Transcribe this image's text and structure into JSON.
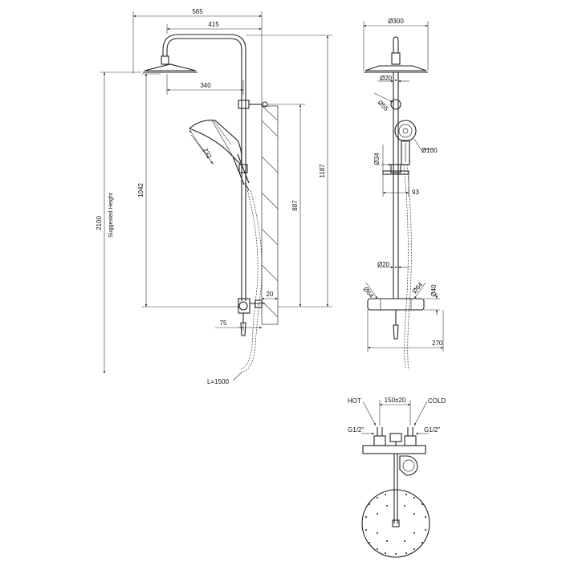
{
  "side_view": {
    "dim_565": "565",
    "dim_415": "415",
    "dim_340": "340",
    "dim_232": "232",
    "dim_1042": "1042",
    "dim_887": "887",
    "dim_1187": "1187",
    "dim_2100": "2100",
    "suggested_height": "Suggested Height",
    "dim_20": "20",
    "dim_75": "75",
    "hose_length": "L=1500"
  },
  "front_view": {
    "dia_300": "Ø300",
    "dia_20_top": "Ø20",
    "dia_55": "Ø55",
    "dia_34": "Ø34",
    "dia_100": "Ø100",
    "dim_93": "93",
    "dia_20_mid": "Ø20",
    "dia_64_left": "Ø64",
    "dia_64_right": "Ø64",
    "dia_40": "Ø40",
    "dim_270": "270"
  },
  "top_view": {
    "hot_label": "HOT",
    "cold_label": "COLD",
    "center_distance": "150±20",
    "thread_left": "G1/2\"",
    "thread_right": "G1/2\""
  }
}
